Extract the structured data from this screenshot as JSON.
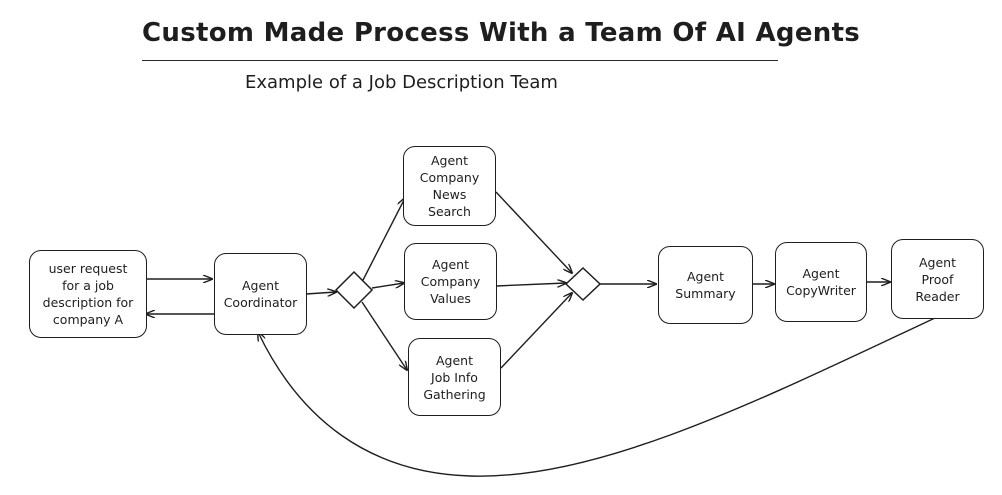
{
  "title": "Custom Made Process With a Team Of AI Agents",
  "subtitle": "Example of a Job Description Team",
  "nodes": {
    "user_request": "user request\nfor a job\ndescription for\ncompany A",
    "coordinator": "Agent\nCoordinator",
    "news_search": "Agent\nCompany\nNews\nSearch",
    "company_values": "Agent\nCompany\nValues",
    "job_info": "Agent\nJob Info\nGathering",
    "summary": "Agent\nSummary",
    "copywriter": "Agent\nCopyWriter",
    "proof_reader": "Agent\nProof\nReader"
  },
  "colors": {
    "stroke": "#1e1e1e",
    "background": "#ffffff"
  }
}
